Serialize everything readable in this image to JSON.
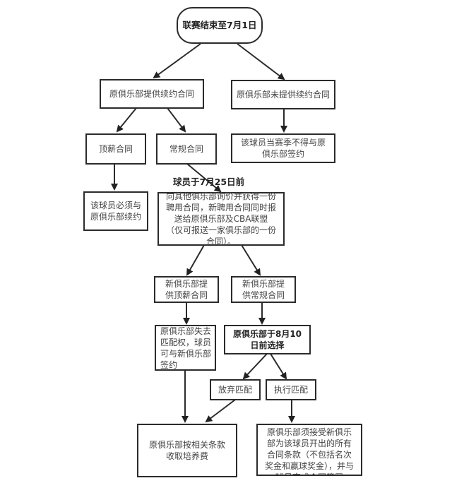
{
  "diagram": {
    "nodes": {
      "start": "联赛结束至7月1日",
      "offer_renewal": "原俱乐部提供续约合同",
      "no_renewal": "原俱乐部未提供续约合同",
      "max_contract": "顶薪合同",
      "regular_contract": "常规合同",
      "cannot_sign": "该球员当赛季不得与原俱乐部签约",
      "must_renew": "该球员必须与原俱乐部续约",
      "inquire_other": "向其他俱乐部询价并获得一份聘用合同，新聘用合同同时报送给原俱乐部及CBA联盟（仅可报送一家俱乐部的一份合同）。",
      "new_max": "新俱乐部提供顶薪合同",
      "new_regular": "新俱乐部提供常规合同",
      "lose_match": "原俱乐部失去匹配权，球员可与新俱乐部签约",
      "choose_by": "原俱乐部于8月10日前选择",
      "give_up_match": "放弃匹配",
      "execute_match": "执行匹配",
      "training_fee": "原俱乐部按相关条款收取培养费",
      "accept_terms": "原俱乐部须接受新俱乐部为该球员开出的所有合同条款（不包括名次奖金和赢球奖金），并与球员完成合同签署"
    },
    "edge_labels": {
      "deadline_jul25": "球员于7月25日前"
    },
    "edges": [
      {
        "from": "start",
        "to": "offer_renewal"
      },
      {
        "from": "start",
        "to": "no_renewal"
      },
      {
        "from": "offer_renewal",
        "to": "max_contract"
      },
      {
        "from": "offer_renewal",
        "to": "regular_contract"
      },
      {
        "from": "no_renewal",
        "to": "cannot_sign"
      },
      {
        "from": "max_contract",
        "to": "must_renew"
      },
      {
        "from": "regular_contract",
        "to": "inquire_other",
        "label": "deadline_jul25"
      },
      {
        "from": "inquire_other",
        "to": "new_max"
      },
      {
        "from": "inquire_other",
        "to": "new_regular"
      },
      {
        "from": "new_max",
        "to": "lose_match"
      },
      {
        "from": "new_regular",
        "to": "choose_by"
      },
      {
        "from": "choose_by",
        "to": "give_up_match"
      },
      {
        "from": "choose_by",
        "to": "execute_match"
      },
      {
        "from": "lose_match",
        "to": "training_fee"
      },
      {
        "from": "give_up_match",
        "to": "training_fee"
      },
      {
        "from": "execute_match",
        "to": "accept_terms"
      }
    ]
  }
}
